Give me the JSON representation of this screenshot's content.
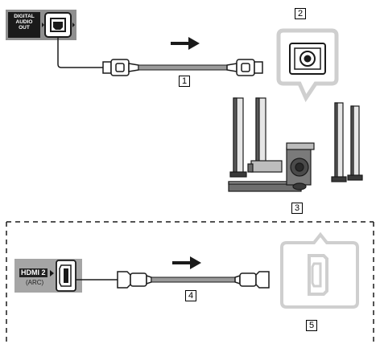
{
  "digital_audio_port": {
    "label_lines": [
      "DIGITAL",
      "AUDIO",
      "OUT"
    ]
  },
  "hdmi_port": {
    "label": "HDMI 2",
    "sub_label": "(ARC)"
  },
  "callouts": {
    "optical_cable": "1",
    "optical_port_closeup": "2",
    "home_theater": "3",
    "hdmi_cable": "4",
    "hdmi_port_closeup": "5"
  },
  "colors": {
    "panel_gray": "#8f8f8f",
    "closeup_border": "#cfcfcf",
    "cable_gray": "#9a9a9a"
  }
}
